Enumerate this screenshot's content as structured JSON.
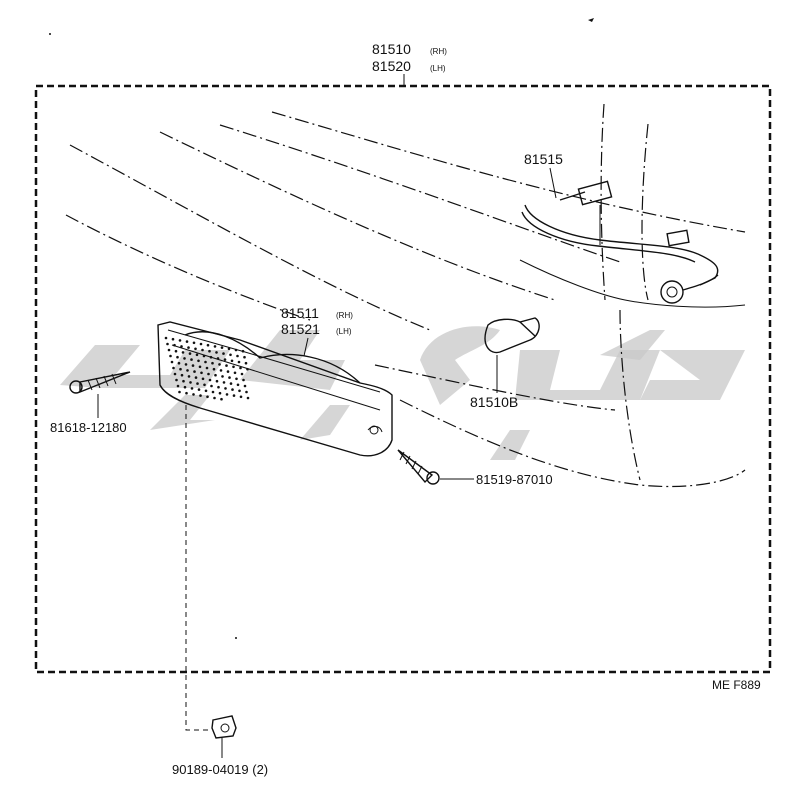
{
  "labels": {
    "assembly_rh_number": "81510",
    "assembly_rh_tag": "(RH)",
    "assembly_lh_number": "81520",
    "assembly_lh_tag": "(LH)",
    "lens_rh_number": "81511",
    "lens_rh_tag": "(RH)",
    "lens_lh_number": "81521",
    "lens_lh_tag": "(LH)",
    "socket_wire": "81515",
    "bulb": "81510B",
    "screw_left": "81618-12180",
    "screw_right": "81519-87010",
    "clip_nut": "90189-04019 (2)",
    "figure_code": "ME F889"
  },
  "watermark": {
    "color": "#c8c8c8",
    "kind": "stylized-logo"
  },
  "colors": {
    "line": "#111111",
    "background": "#ffffff"
  }
}
